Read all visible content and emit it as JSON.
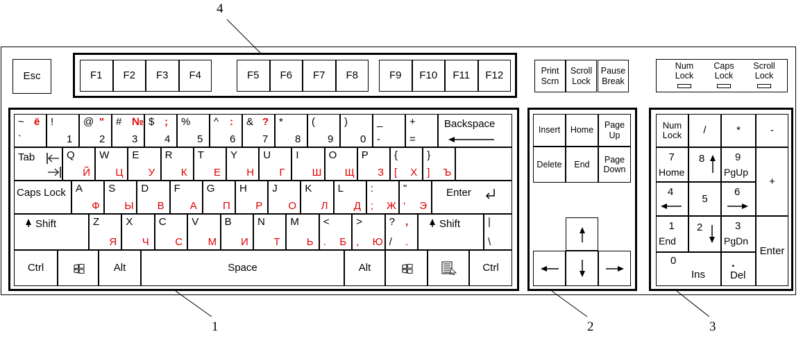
{
  "callouts": [
    "1",
    "2",
    "3",
    "4"
  ],
  "esc": "Esc",
  "fkeys": [
    [
      "F1",
      "F2",
      "F3",
      "F4"
    ],
    [
      "F5",
      "F6",
      "F7",
      "F8"
    ],
    [
      "F9",
      "F10",
      "F11",
      "F12"
    ]
  ],
  "sys": [
    "Print\nScrn",
    "Scroll\nLock",
    "Pause\nBreak"
  ],
  "indicators": [
    "Num\nLock",
    "Caps\nLock",
    "Scroll\nLock"
  ],
  "main": {
    "row1": [
      {
        "tl": "~",
        "tr": "ё",
        "bl": "`"
      },
      {
        "tl": "!",
        "br": "1"
      },
      {
        "tl": "@",
        "tr": "\"",
        "br": "2"
      },
      {
        "tl": "#",
        "tr": "№",
        "br": "3"
      },
      {
        "tl": "$",
        "tr": ";",
        "br": "4"
      },
      {
        "tl": "%",
        "br": "5"
      },
      {
        "tl": "^",
        "tr": ":",
        "br": "6"
      },
      {
        "tl": "&",
        "tr": "?",
        "br": "7"
      },
      {
        "tl": "*",
        "br": "8"
      },
      {
        "tl": "(",
        "br": "9"
      },
      {
        "tl": ")",
        "br": "0"
      },
      {
        "tl": "_",
        "bl": "-"
      },
      {
        "tl": "+",
        "bl": "="
      }
    ],
    "backspace": "Backspace",
    "tab": "Tab",
    "row2": [
      {
        "tl": "Q",
        "br": "Й"
      },
      {
        "tl": "W",
        "br": "Ц"
      },
      {
        "tl": "E",
        "br": "У"
      },
      {
        "tl": "R",
        "br": "К"
      },
      {
        "tl": "T",
        "br": "Е"
      },
      {
        "tl": "Y",
        "br": "Н"
      },
      {
        "tl": "U",
        "br": "Г"
      },
      {
        "tl": "I",
        "br": "Ш"
      },
      {
        "tl": "O",
        "br": "Щ"
      },
      {
        "tl": "P",
        "br": "З"
      },
      {
        "tl": "{",
        "bl": "[",
        "br": "Х"
      },
      {
        "tl": "}",
        "bl": "]",
        "br": "Ъ"
      }
    ],
    "capslock": "Caps Lock",
    "row3": [
      {
        "tl": "A",
        "br": "Ф"
      },
      {
        "tl": "S",
        "br": "Ы"
      },
      {
        "tl": "D",
        "br": "В"
      },
      {
        "tl": "F",
        "br": "А"
      },
      {
        "tl": "G",
        "br": "П"
      },
      {
        "tl": "H",
        "br": "Р"
      },
      {
        "tl": "J",
        "br": "О"
      },
      {
        "tl": "K",
        "br": "Л"
      },
      {
        "tl": "L",
        "br": "Д"
      },
      {
        "tl": ":",
        "bl": ";",
        "br": "Ж"
      },
      {
        "tl": "\"",
        "bl": "‘",
        "br": "Э"
      }
    ],
    "enter": "Enter",
    "shift": "Shift",
    "row4": [
      {
        "tl": "Z",
        "br": "Я"
      },
      {
        "tl": "X",
        "br": "Ч"
      },
      {
        "tl": "C",
        "br": "С"
      },
      {
        "tl": "V",
        "br": "М"
      },
      {
        "tl": "B",
        "br": "И"
      },
      {
        "tl": "N",
        "br": "Т"
      },
      {
        "tl": "M",
        "br": "Ь"
      },
      {
        "tl": "<",
        "bl": ".",
        "br": "Б"
      },
      {
        "tl": ">",
        "bl": ",",
        "br": "Ю"
      },
      {
        "tl": "?",
        "tr": ",",
        "bl": "/",
        "br": "."
      }
    ],
    "pipe": {
      "tl": "|",
      "bl": "\\"
    },
    "ctrl": "Ctrl",
    "alt": "Alt",
    "space": "Space"
  },
  "nav": {
    "keys": [
      "Insert",
      "Home",
      "Page\nUp",
      "Delete",
      "End",
      "Page\nDown"
    ]
  },
  "numpad": {
    "numlock": "Num\nLock",
    "slash": "/",
    "star": "*",
    "minus": "-",
    "plus": "+",
    "enter": "Enter",
    "n7": {
      "top": "7",
      "bot": "Home"
    },
    "n8": "8",
    "n9": {
      "top": "9",
      "bot": "PgUp"
    },
    "n4": "4",
    "n5": "5",
    "n6": "6",
    "n1": {
      "top": "1",
      "bot": "End"
    },
    "n2": "2",
    "n3": {
      "top": "3",
      "bot": "PgDn"
    },
    "n0": {
      "top": "0",
      "bot": "Ins"
    },
    "dot": {
      "top": ".",
      "bot": "Del"
    }
  }
}
